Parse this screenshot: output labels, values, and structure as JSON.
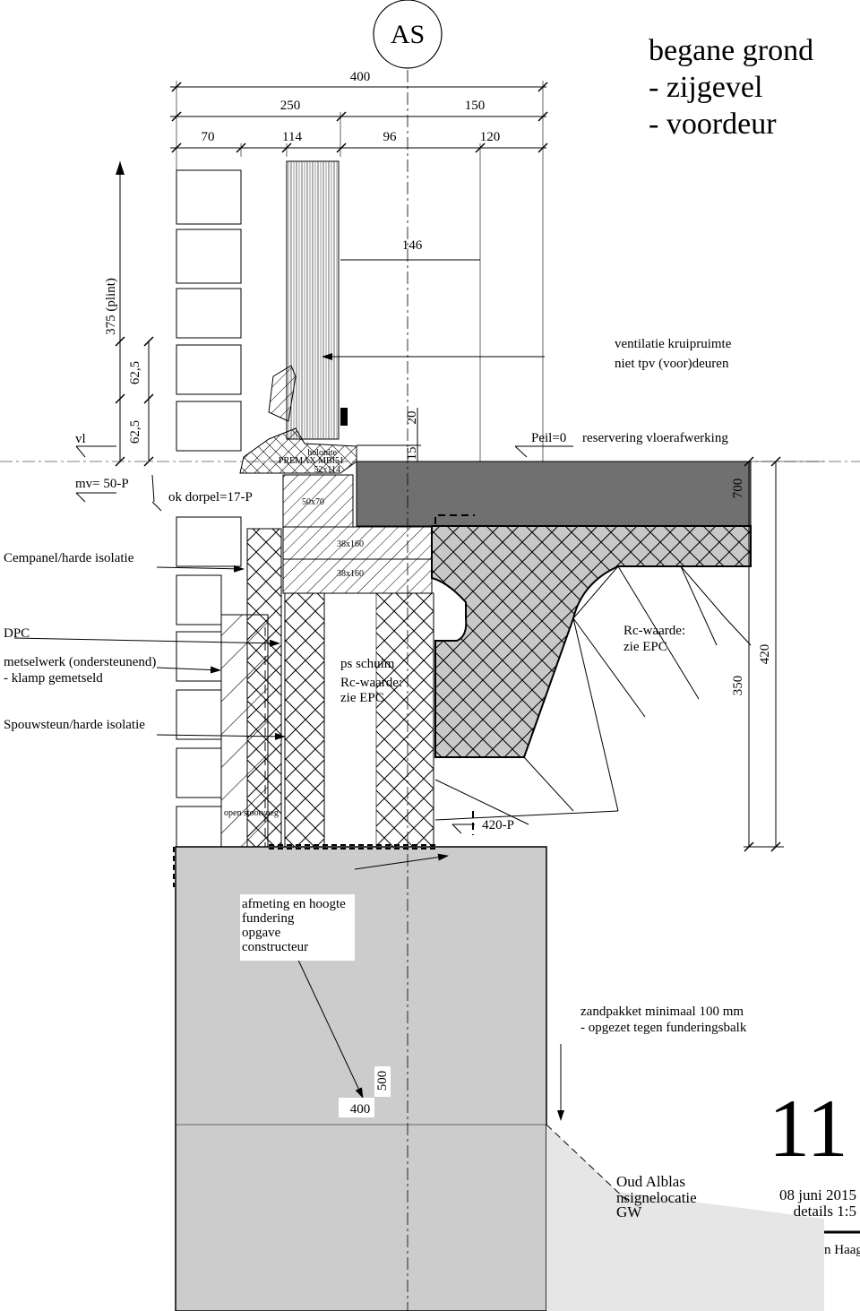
{
  "title_block": {
    "axis_marker": "AS",
    "title_line1": "begane grond",
    "title_line2": "- zijgevel",
    "title_line3": "- voordeur",
    "sheet_number": "11",
    "date": "08 juni 2015",
    "detail_scale": "details 1:5",
    "project_line1": "Oud Alblas",
    "project_line2": "nsignelocatie",
    "project_line3": "GW",
    "city_fragment": "n Haag"
  },
  "dimensions": {
    "total_width": "400",
    "left_part": "250",
    "right_part": "150",
    "d70": "70",
    "d114": "114",
    "d96": "96",
    "d120": "120",
    "d146": "146",
    "plint": "375 (plint)",
    "d62_upper": "62,5",
    "d62_lower": "62,5",
    "d20": "20",
    "d15": "15",
    "d700": "700",
    "d350": "350",
    "d420": "420",
    "foundation_bottom": "420-P",
    "foundation_width": "400",
    "foundation_height": "500"
  },
  "labels": {
    "vl": "vl",
    "mv": "mv= 50-P",
    "ok_dorpel": "ok dorpel=17-P",
    "cempanel": "Cempanel/harde isolatie",
    "dpc": "DPC",
    "metselwerk_1": "metselwerk (ondersteunend)",
    "metselwerk_2": "- klamp gemetseld",
    "spouwsteun": "Spouwsteun/harde isolatie",
    "ventilatie_1": "ventilatie kruipruimte",
    "ventilatie_2": "niet tpv (voor)deuren",
    "peil": "Peil=0",
    "reservering": "reservering vloerafwerking",
    "holonite": "holonite",
    "premax": "PREMAX MBI51",
    "size_52": "52x114",
    "size_50": "50x70",
    "size_38a": "38x160",
    "size_38b": "38x160",
    "ps_schuim": "ps schuim",
    "rc_left_1": "Rc-waarde:",
    "rc_left_2": "zie EPC",
    "rc_right_1": "Rc-waarde:",
    "rc_right_2": "zie EPC",
    "open_stootvoeg": "open stootvoeg",
    "fundering_1": "afmeting en hoogte",
    "fundering_2": "fundering",
    "fundering_3": "opgave",
    "fundering_4": "constructeur",
    "zandpakket_1": "zandpakket minimaal 100 mm",
    "zandpakket_2": "- opgezet tegen funderingsbalk"
  },
  "colors": {
    "ink": "#000000",
    "floor_dark": "#707070",
    "concrete": "#c8c8c8",
    "foundation": "#cccccc",
    "sand": "#e6e6e6"
  }
}
